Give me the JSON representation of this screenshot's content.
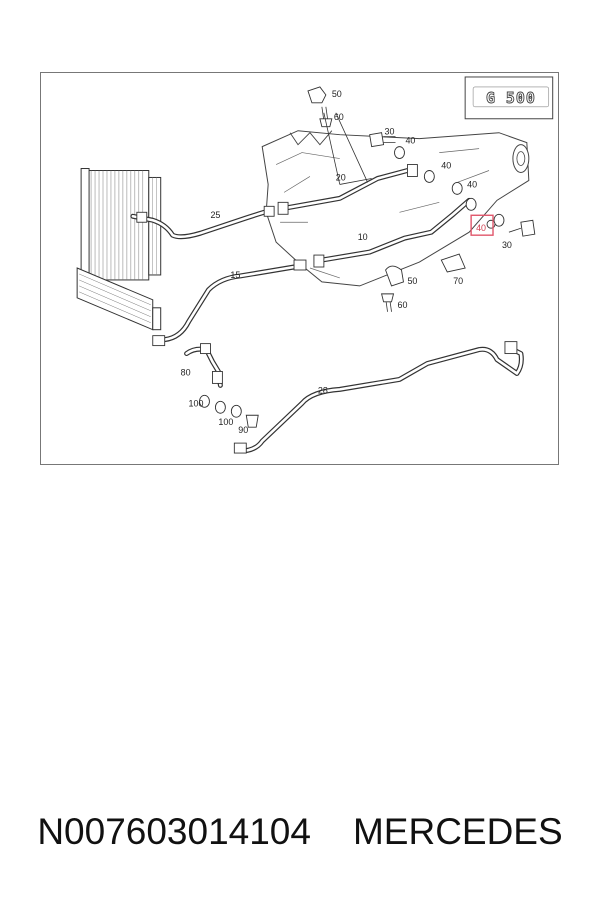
{
  "diagram": {
    "model_badge": "G 500",
    "highlighted_callout": "40",
    "callouts": {
      "c50_top": "50",
      "c60_top": "60",
      "c30_top": "30",
      "c40_top": "40",
      "c40_mid1": "40",
      "c40_mid2": "40",
      "c30_right": "30",
      "c20": "20",
      "c25": "25",
      "c10": "10",
      "c15": "15",
      "c50_bottom": "50",
      "c70": "70",
      "c60_bottom": "60",
      "c28": "28",
      "c80": "80",
      "c100_a": "100",
      "c100_b": "100",
      "c90": "90"
    }
  },
  "caption": {
    "part_number": "N007603014104",
    "brand": "MERCEDES"
  }
}
